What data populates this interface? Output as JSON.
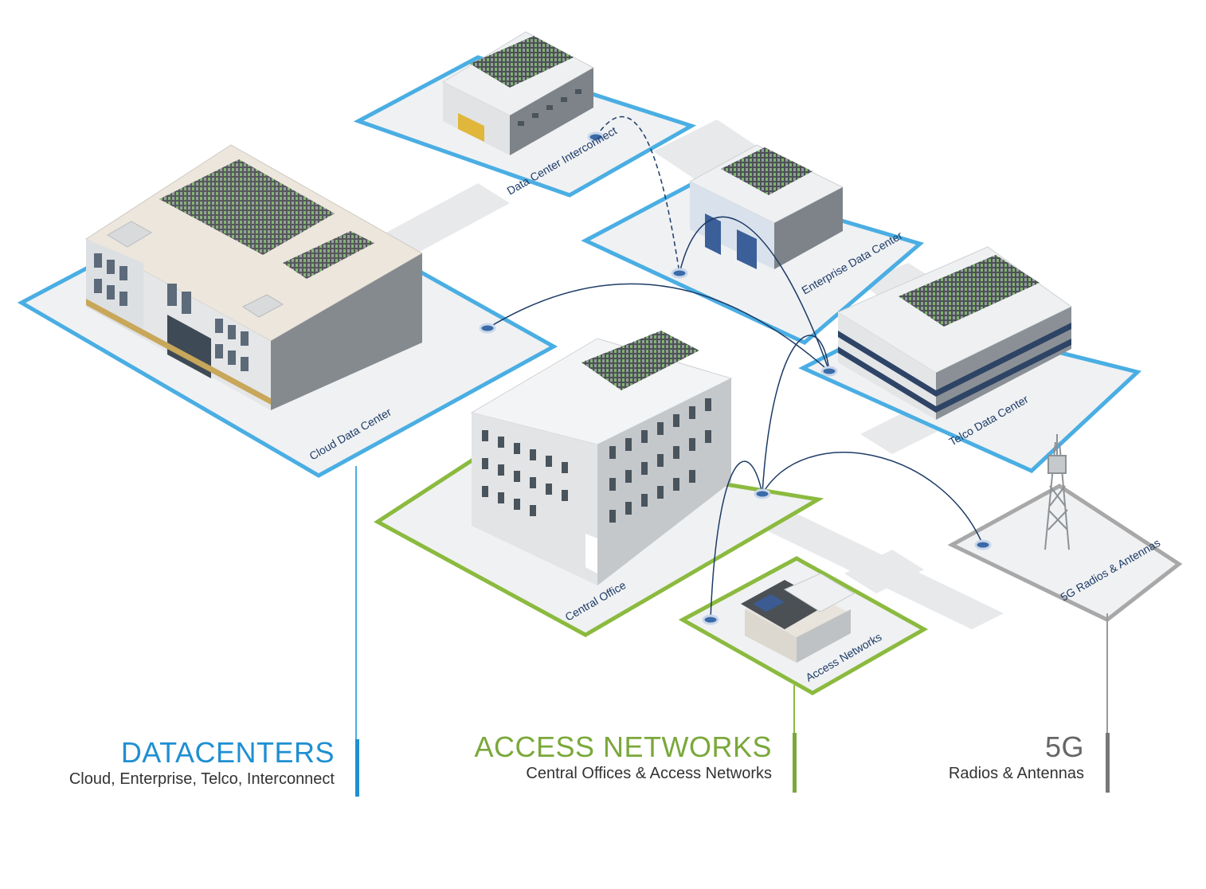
{
  "colors": {
    "datacenter_blue": "#4aaee3",
    "access_green": "#8bba3f",
    "fiveg_gray": "#9a9a9a",
    "link_navy": "#1c3b66",
    "platform_fill": "#f0f1f3",
    "road": "#e9eaec"
  },
  "platforms": {
    "dci": "Data Center Interconnect",
    "enterprise": "Enterprise Data Center",
    "cloud": "Cloud Data Center",
    "telco": "Telco Data Center",
    "central": "Central Office",
    "access": "Access Networks",
    "fiveg": "5G Radios & Antennas"
  },
  "legend": {
    "datacenters": {
      "title": "DATACENTERS",
      "subtitle": "Cloud, Enterprise, Telco, Interconnect"
    },
    "access": {
      "title": "ACCESS NETWORKS",
      "subtitle": "Central Offices & Access Networks"
    },
    "fiveg": {
      "title": "5G",
      "subtitle": "Radios & Antennas"
    }
  },
  "icons": [
    "server-rack-icon",
    "building-icon",
    "house-icon",
    "cell-tower-icon",
    "network-node-icon"
  ]
}
